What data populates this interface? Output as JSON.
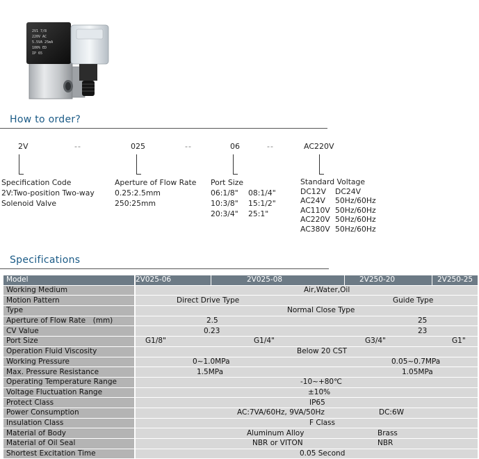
{
  "product": {
    "image_icon": "solenoid-valve-icon",
    "coil_label_lines": [
      "2V1   7/8",
      "220V  AC",
      "5.5VA 25mA",
      "100%  ED",
      "IP 65"
    ]
  },
  "order": {
    "title": "How to order?",
    "code_parts": [
      "2V",
      "025",
      "06",
      "AC220V"
    ],
    "dash": "--",
    "spec_code": {
      "lines": [
        "Specification Code",
        "2V:Two-position Two-way",
        "Solenoid Valve"
      ]
    },
    "aperture": {
      "lines": [
        "Aperture of Flow Rate",
        "0.25:2.5mm",
        "250:25mm"
      ]
    },
    "port_size": {
      "title": "Port Size",
      "rows": [
        [
          "06:1/8\"",
          "08:1/4\""
        ],
        [
          "10:3/8\"",
          "15:1/2\""
        ],
        [
          "20:3/4\"",
          "25:1\""
        ]
      ]
    },
    "voltage": {
      "title": "Standard Voltage",
      "rows": [
        [
          "DC12V",
          "DC24V"
        ],
        [
          "AC24V",
          "50Hz/60Hz"
        ],
        [
          "AC110V",
          "50Hz/60Hz"
        ],
        [
          "AC220V",
          "50Hz/60Hz"
        ],
        [
          "AC380V",
          "50Hz/60Hz"
        ]
      ]
    }
  },
  "specs": {
    "title": "Specifications",
    "header": {
      "label": "Model",
      "models": [
        "2V025-06",
        "2V025-08",
        "2V250-20",
        "2V250-25"
      ]
    },
    "rows": [
      {
        "label": "Working Medium",
        "values": [
          "Air,Water,Oil"
        ]
      },
      {
        "label": "Motion Pattern",
        "values": [
          "Direct Drive Type",
          "Guide Type"
        ]
      },
      {
        "label": "Type",
        "values": [
          "Normal Close Type"
        ]
      },
      {
        "label": "Aperture of Flow Rate　(mm)",
        "values": [
          "2.5",
          "25"
        ]
      },
      {
        "label": "CV Value",
        "values": [
          "0.23",
          "23"
        ]
      },
      {
        "label": "Port Size",
        "values": [
          "G1/8\"",
          "G1/4\"",
          "G3/4\"",
          "G1\""
        ]
      },
      {
        "label": "Operation Fluid Viscosity",
        "values": [
          "Below 20 CST"
        ]
      },
      {
        "label": "Working Pressure",
        "values": [
          "0~1.0MPa",
          "0.05~0.7MPa"
        ]
      },
      {
        "label": "Max. Pressure Resistance",
        "values": [
          "1.5MPa",
          "1.05MPa"
        ]
      },
      {
        "label": "Operating Temperature Range",
        "values": [
          "-10~+80℃"
        ]
      },
      {
        "label": "Voltage Fluctuation Range",
        "values": [
          "±10%"
        ]
      },
      {
        "label": "Protect Class",
        "values": [
          "IP65"
        ]
      },
      {
        "label": "Power Consumption",
        "values": [
          "AC:7VA/60Hz, 9VA/50Hz",
          "DC:6W"
        ]
      },
      {
        "label": "Insulation Class",
        "values": [
          "F Class"
        ]
      },
      {
        "label": "Material of Body",
        "values": [
          "Aluminum Alloy",
          "Brass"
        ]
      },
      {
        "label": "Material of Oil Seal",
        "values": [
          "NBR or VITON",
          "NBR"
        ]
      },
      {
        "label": "Shortest Excitation Time",
        "values": [
          "0.05 Second"
        ]
      }
    ]
  }
}
